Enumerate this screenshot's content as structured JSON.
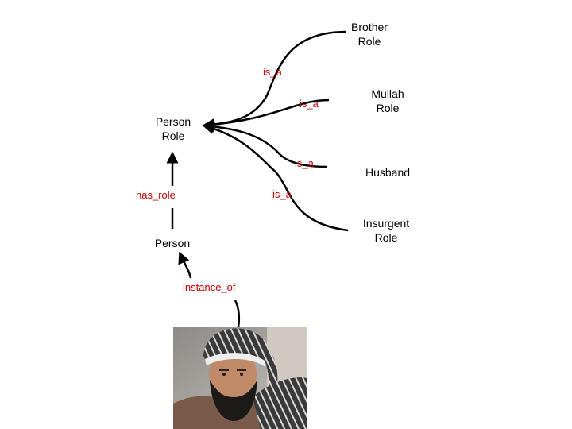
{
  "nodes": {
    "brother_role": "Brother\nRole",
    "mullah_role": "Mullah\nRole",
    "person_role": "Person\nRole",
    "husband": "Husband",
    "insurgent_role": "Insurgent\nRole",
    "person": "Person"
  },
  "relations": {
    "is_a_brother": "is_a",
    "is_a_mullah": "is_a",
    "is_a_husband": "is_a",
    "is_a_insurgent": "is_a",
    "has_role": "has_role",
    "instance_of": "instance_of"
  },
  "colors": {
    "node_text": "#000000",
    "relation_text": "#c00000",
    "edge": "#000000"
  },
  "photo": {
    "subject": "man in turban photograph"
  }
}
